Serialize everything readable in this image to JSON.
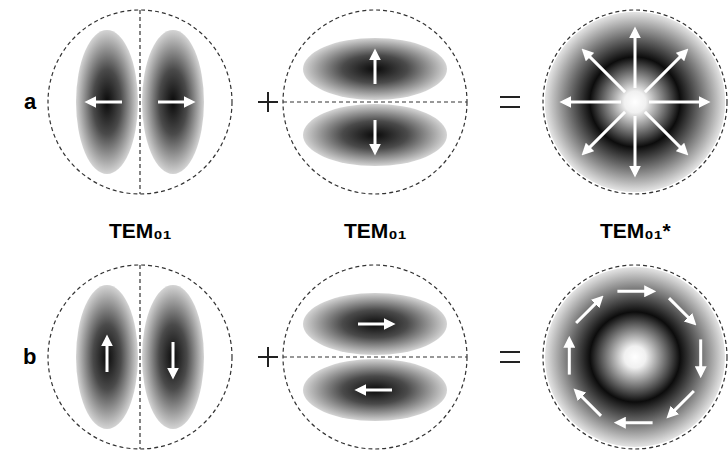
{
  "diagram": {
    "labels": [
      "a",
      "TEM₀₁",
      "TEM₀₁",
      "TEM₀₁*",
      "b"
    ]
  }
}
